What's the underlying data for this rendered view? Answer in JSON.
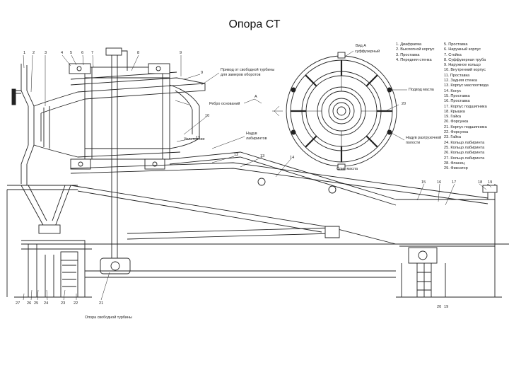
{
  "title": "Опора СТ",
  "part_numbers_top": [
    "1",
    "2",
    "3",
    "4",
    "5",
    "6",
    "7",
    "8",
    "9"
  ],
  "part_numbers_right": [
    "9",
    "10",
    "11",
    "12",
    "13",
    "14",
    "15",
    "16",
    "17",
    "18",
    "19"
  ],
  "part_numbers_bottom": [
    "27",
    "26",
    "25",
    "24",
    "23",
    "22",
    "21",
    "20",
    "19"
  ],
  "labels": {
    "drive_note_line1": "Привод от свободной турбины",
    "drive_note_line2": "для замеров оборотов",
    "view_a_marker": "А",
    "rib_label": "Ребро оснований",
    "labyrinth_seal_line1": "Надув",
    "labyrinth_seal_line2": "лабиринтов",
    "seal_label": "Уплотнение",
    "bottom_caption": "Опора свободной турбины",
    "view_a": "Вид А",
    "diffuser": "суффузерный",
    "mount_pad_right": "Подвод масла",
    "air_supply_line1": "Надув разгрузочной",
    "air_supply_line2": "полости",
    "oil_drain": "Слив масла",
    "label_20": "20"
  },
  "legend_left": [
    "1. Диафрагма",
    "2. Выхлопной корпус",
    "3. Проставка",
    "4. Передняя стенка"
  ],
  "legend_right": [
    "5. Проставка",
    "6. Наружный корпус",
    "7. Стойка",
    "8. Суффузерная труба",
    "9. Наружное кольцо",
    "10. Внутренний корпус",
    "11. Проставка",
    "12. Задняя стенка",
    "13. Корпус маслоотвода",
    "14. Конус",
    "15. Проставка",
    "16. Проставка",
    "17. Корпус подшипника",
    "18. Крышка",
    "19. Гайка",
    "20. Форсунка",
    "21. Корпус подшипника",
    "22. Форсунка",
    "23. Гайка",
    "24. Кольцо лабиринта",
    "25. Кольцо лабиринта",
    "26. Кольцо лабиринта",
    "27. Кольцо лабиринта",
    "28. Фланец",
    "29. Фиксатор"
  ]
}
